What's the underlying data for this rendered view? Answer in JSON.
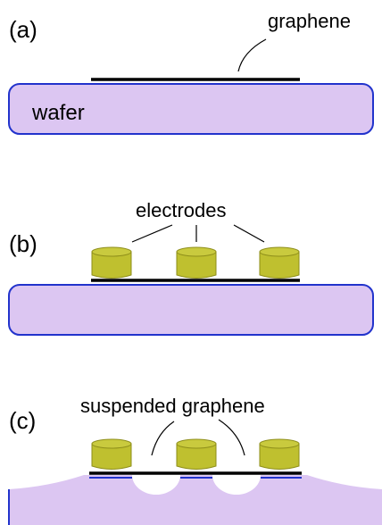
{
  "panels": {
    "a": {
      "tag": "(a)",
      "graphene_label": "graphene",
      "wafer_label": "wafer"
    },
    "b": {
      "tag": "(b)",
      "electrodes_label": "electrodes"
    },
    "c": {
      "tag": "(c)",
      "suspended_label": "suspended graphene"
    }
  },
  "colors": {
    "wafer_fill": "#dcc6f2",
    "wafer_stroke": "#2233cc",
    "electrode_fill": "#bfc02f",
    "electrode_stroke": "#8e8e1a",
    "graphene": "#000000",
    "oxide_line": "#2233cc"
  }
}
